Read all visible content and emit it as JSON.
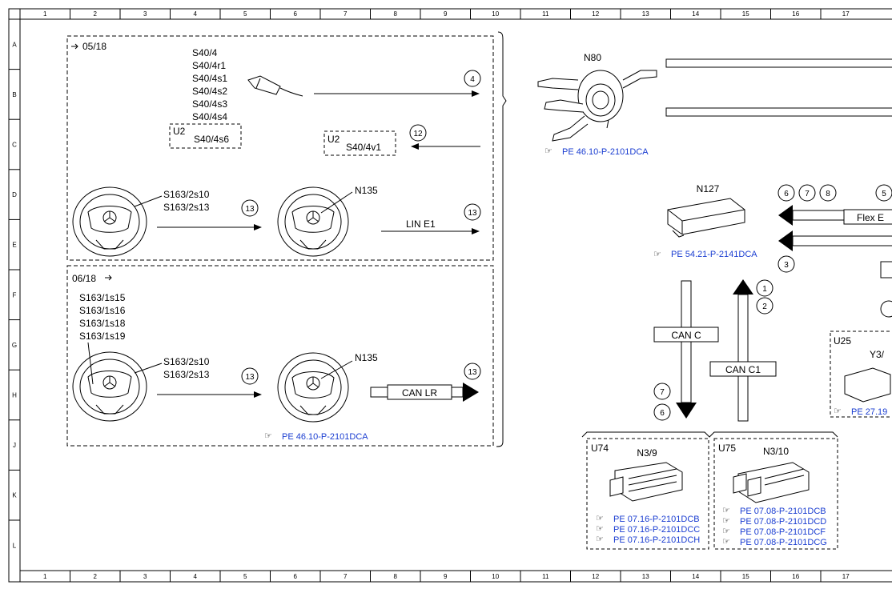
{
  "grid": {
    "columns": [
      "1",
      "2",
      "3",
      "4",
      "5",
      "6",
      "7",
      "8",
      "9",
      "10",
      "11",
      "12",
      "13",
      "14",
      "15",
      "16",
      "17"
    ],
    "rows": [
      "A",
      "B",
      "C",
      "D",
      "E",
      "F",
      "G",
      "H",
      "J",
      "K",
      "L"
    ]
  },
  "section_top": {
    "label": "05/18",
    "switch_labels": [
      "S40/4",
      "S40/4r1",
      "S40/4s1",
      "S40/4s2",
      "S40/4s3",
      "S40/4s4"
    ],
    "u2_left": "U2",
    "u2_left_item": "S40/4s6",
    "u2_right": "U2",
    "u2_right_item": "S40/4v1",
    "circle_4": "4",
    "circle_12": "12",
    "wheel_labels_1": "S163/2s10",
    "wheel_labels_2": "S163/2s13",
    "n135": "N135",
    "circle_13a": "13",
    "circle_13b": "13",
    "lin_label": "LIN E1"
  },
  "section_bottom": {
    "label": "06/18",
    "switch_labels": [
      "S163/1s15",
      "S163/1s16",
      "S163/1s18",
      "S163/1s19"
    ],
    "wheel_labels_1": "S163/2s10",
    "wheel_labels_2": "S163/2s13",
    "n135": "N135",
    "circle_13a": "13",
    "circle_13b": "13",
    "can_label": "CAN LR",
    "ref": "PE 46.10-P-2101DCA"
  },
  "n80": {
    "label": "N80",
    "ref": "PE 46.10-P-2101DCA"
  },
  "n127": {
    "label": "N127",
    "ref": "PE 54.21-P-2141DCA",
    "circles_top": [
      "6",
      "7",
      "8"
    ],
    "circle_5": "5",
    "flex_label": "Flex E",
    "circle_3": "3",
    "circles_up": [
      "1",
      "2"
    ]
  },
  "can": {
    "can_c": "CAN C",
    "can_c1": "CAN C1",
    "circles_down": [
      "7",
      "6"
    ]
  },
  "u25": {
    "label": "U25",
    "item": "Y3/",
    "ref": "PE 27.19"
  },
  "u74": {
    "label": "U74",
    "item": "N3/9",
    "refs": [
      "PE 07.16-P-2101DCB",
      "PE 07.16-P-2101DCC",
      "PE 07.16-P-2101DCH"
    ]
  },
  "u75": {
    "label": "U75",
    "item": "N3/10",
    "refs": [
      "PE 07.08-P-2101DCB",
      "PE 07.08-P-2101DCD",
      "PE 07.08-P-2101DCF",
      "PE 07.08-P-2101DCG"
    ]
  },
  "colors": {
    "link": "#1a3dd1",
    "line": "#000000"
  }
}
